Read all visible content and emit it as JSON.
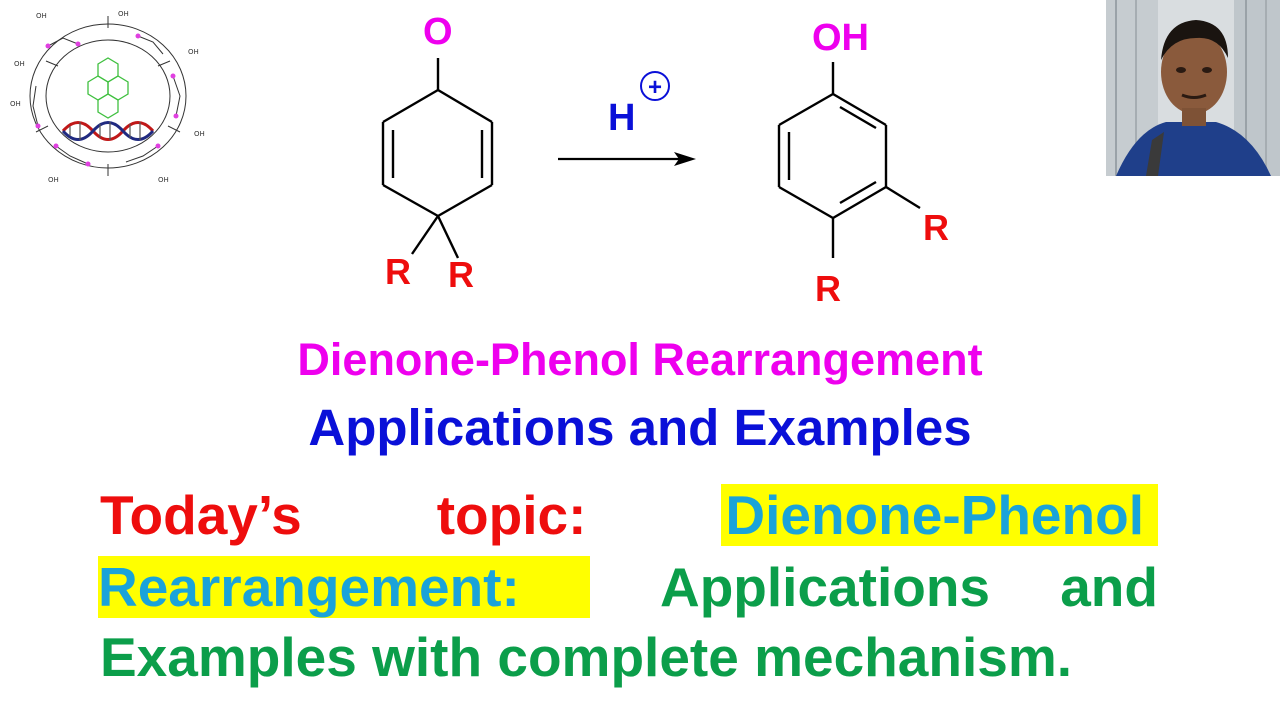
{
  "scheme": {
    "reactant_carbonyl": "O",
    "reactant_sub_left": "R",
    "reactant_sub_right": "R",
    "catalyst_text": "H",
    "catalyst_charge": "+",
    "product_hydroxyl": "OH",
    "product_sub_meta": "R",
    "product_sub_para": "R"
  },
  "titles": {
    "main": "Dienone-Phenol Rearrangement",
    "sub": "Applications and Examples"
  },
  "description": {
    "w1": "Today’s",
    "w2": "topic:",
    "w3": "Dienone-Phenol",
    "w4": "Rearrangement:",
    "w5": "Applications",
    "w6": "and",
    "line3": "Examples with complete mechanism."
  },
  "logo": {
    "oh_label": "OH",
    "ring_color": "#e040e0",
    "guest_color": "#40c040"
  },
  "colors": {
    "heading_magenta": "#ee00ee",
    "heading_blue": "#0a10d8",
    "red": "#ee0d0d",
    "cyan": "#1aa3d9",
    "green": "#0b9e4a",
    "highlight": "#ffff00"
  }
}
